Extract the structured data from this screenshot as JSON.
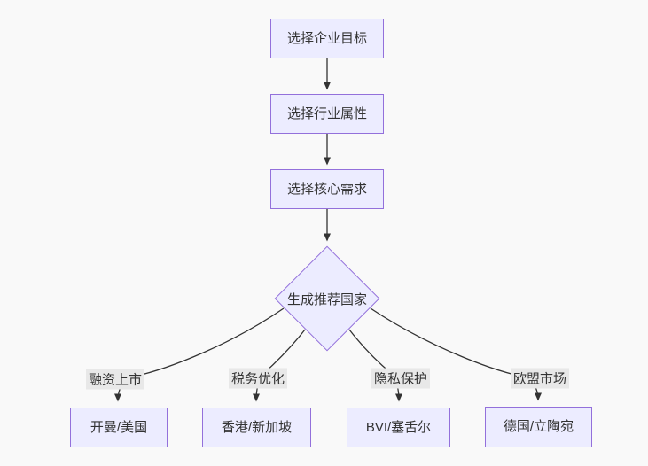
{
  "diagram": {
    "type": "flowchart",
    "direction": "top-down",
    "nodes": [
      {
        "id": "goal",
        "shape": "rect",
        "label": "选择企业目标"
      },
      {
        "id": "industry",
        "shape": "rect",
        "label": "选择行业属性"
      },
      {
        "id": "needs",
        "shape": "rect",
        "label": "选择核心需求"
      },
      {
        "id": "recommend",
        "shape": "diamond",
        "label": "生成推荐国家"
      },
      {
        "id": "cayman-usa",
        "shape": "rect",
        "label": "开曼/美国"
      },
      {
        "id": "hk-singapore",
        "shape": "rect",
        "label": "香港/新加坡"
      },
      {
        "id": "bvi-seychelles",
        "shape": "rect",
        "label": "BVI/塞舌尔"
      },
      {
        "id": "germany-lithuania",
        "shape": "rect",
        "label": "德国/立陶宛"
      }
    ],
    "edges": [
      {
        "from": "goal",
        "to": "industry",
        "label": ""
      },
      {
        "from": "industry",
        "to": "needs",
        "label": ""
      },
      {
        "from": "needs",
        "to": "recommend",
        "label": ""
      },
      {
        "from": "recommend",
        "to": "cayman-usa",
        "label": "融资上市"
      },
      {
        "from": "recommend",
        "to": "hk-singapore",
        "label": "税务优化"
      },
      {
        "from": "recommend",
        "to": "bvi-seychelles",
        "label": "隐私保护"
      },
      {
        "from": "recommend",
        "to": "germany-lithuania",
        "label": "欧盟市场"
      }
    ],
    "colors": {
      "node_fill": "#ECECFF",
      "node_border": "#9370DB",
      "text_color": "#333333",
      "edge_color": "#333333",
      "edge_label_bg": "#e8e8e8",
      "canvas_bg": "#f9f9f9"
    }
  }
}
